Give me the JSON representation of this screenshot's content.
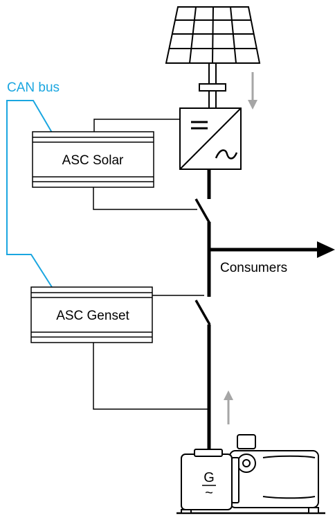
{
  "labels": {
    "can_bus": "CAN bus",
    "asc_solar": "ASC Solar",
    "asc_genset": "ASC Genset",
    "consumers": "Consumers",
    "generator": "G",
    "generator_symbol": "~"
  },
  "colors": {
    "can_bus": "#1aa6e0",
    "flow_arrow": "#a6a6a6",
    "line": "#000000",
    "box_fill": "#ffffff"
  },
  "icons": {
    "pv": "solar-panel-icon",
    "inverter": "inverter-dc-ac-icon",
    "genset": "diesel-genset-icon",
    "switch": "breaker-switch-icon"
  }
}
